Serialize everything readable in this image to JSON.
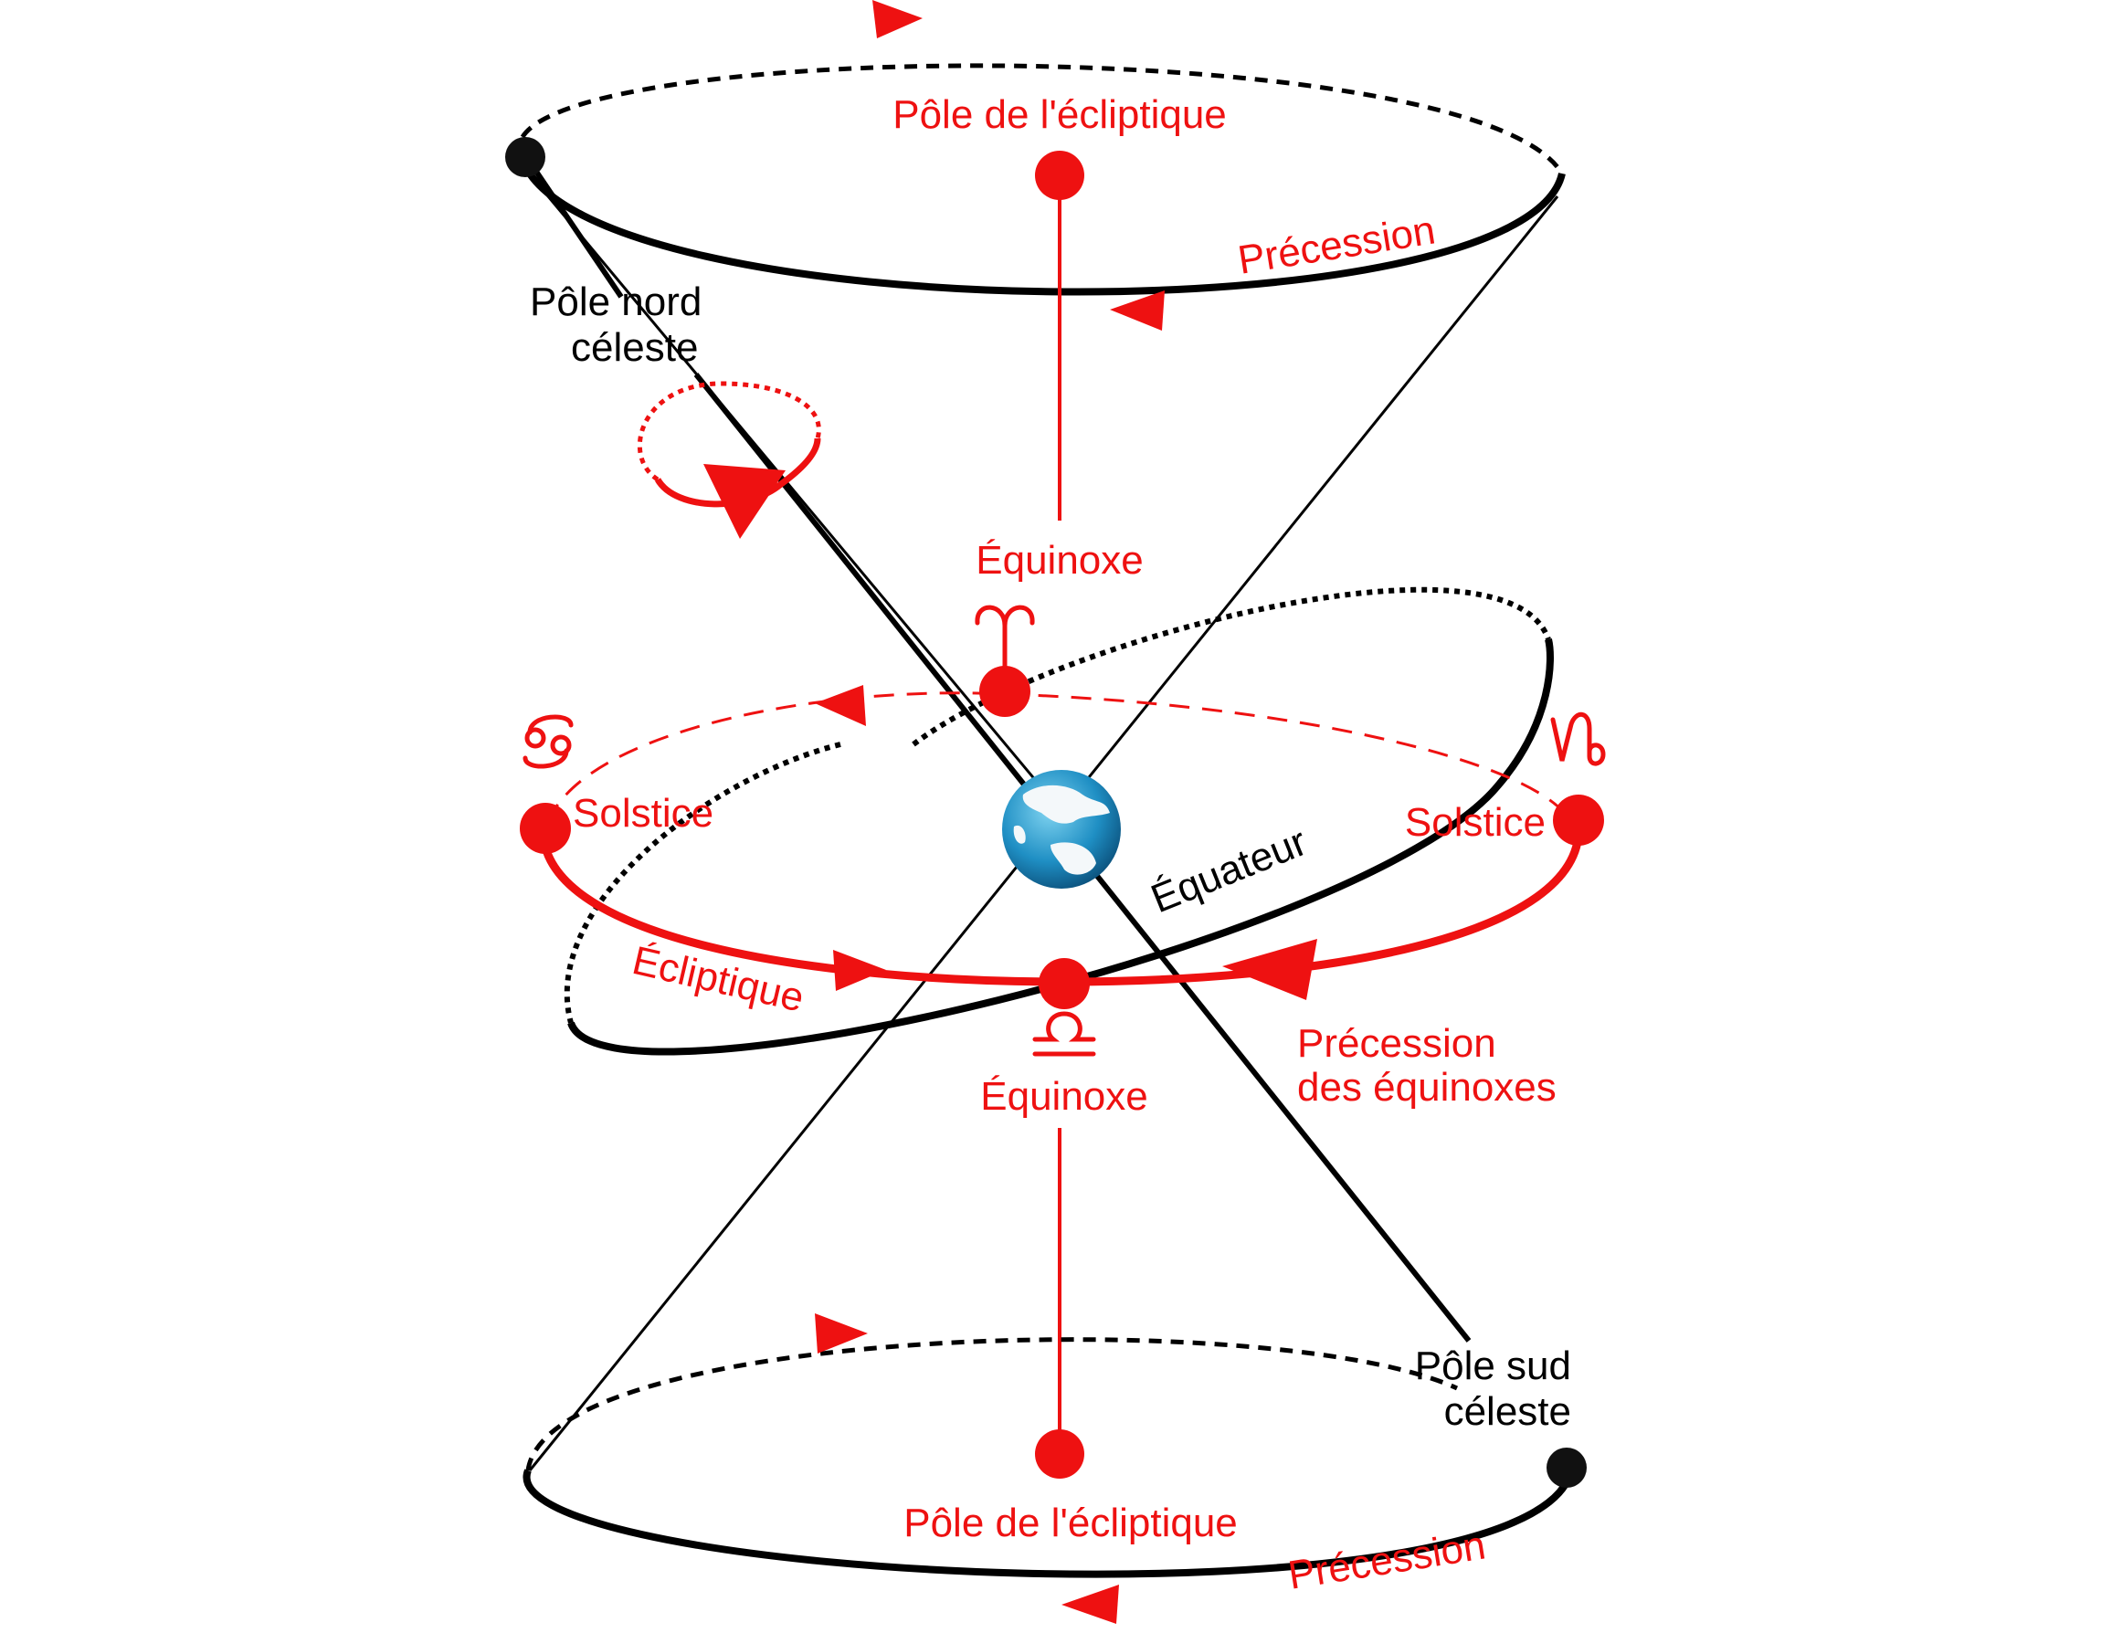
{
  "colors": {
    "accent_red": "#ee1111",
    "line_black": "#000000",
    "earth_ocean": "#1f8fc4",
    "earth_land": "#f4f8fa"
  },
  "labels": {
    "pole_ecliptique_top": "Pôle de l'écliptique",
    "precession_top": "Précession",
    "pole_nord_l1": "Pôle nord",
    "pole_nord_l2": "céleste",
    "equinoxe_top": "Équinoxe",
    "solstice_left": "Solstice",
    "solstice_right": "Solstice",
    "equateur": "Équateur",
    "ecliptique": "Écliptique",
    "precession_equinoxes_l1": "Précession",
    "precession_equinoxes_l2": "des équinoxes",
    "equinoxe_bottom": "Équinoxe",
    "pole_sud_l1": "Pôle sud",
    "pole_sud_l2": "céleste",
    "pole_ecliptique_bottom": "Pôle de l'écliptique",
    "precession_bottom": "Précession"
  },
  "icons": {
    "aries": "aries-symbol-icon",
    "cancer": "cancer-symbol-icon",
    "capricorn": "capricorn-symbol-icon",
    "libra": "libra-symbol-icon",
    "earth": "earth-globe-icon"
  }
}
